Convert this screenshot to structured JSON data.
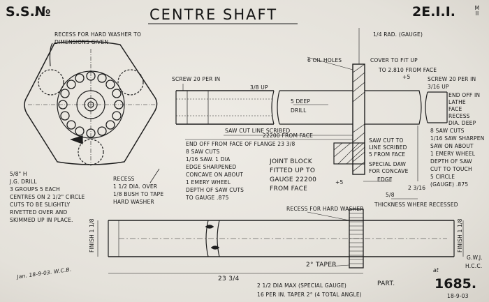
{
  "header": {
    "ss_no": "S.S.№",
    "title": "CENTRE SHAFT",
    "drawing_no": "2E.I.I.",
    "drawing_suffix": "M II"
  },
  "left_view": {
    "recess_washer": "RECESS FOR HARD WASHER TO DIMENSIONS GIVEN",
    "drill_note_1": "5/8\" H",
    "drill_note_2": "J.G. DRILL",
    "drill_note_3": "3 GROUPS 5 EACH",
    "drill_note_4": "CENTRES ON 2 1/2\" CIRCLE",
    "drill_note_5": "CUTS TO BE SLIGHTLY",
    "drill_note_6": "RIVETTED OVER AND",
    "drill_note_7": "SKIMMED UP IN PLACE.",
    "recess_1": "RECESS",
    "recess_2": "1 1/2 DIA. OVER",
    "recess_3": "1/8 BUSH TO TAPE",
    "recess_4": "HARD WASHER"
  },
  "middle_view": {
    "screw": "SCREW 20 PER IN",
    "screw_dim": "3/8 UP",
    "saw_cut_line": "SAW CUT LINE SCRIBED",
    "end_off": "END OFF FROM FACE OF FLANGE 23 3/8",
    "face_dim": "22200 FROM FACE",
    "saw_cuts_1": "8 SAW CUTS",
    "saw_cuts_2": "1/16 SAW. 1 DIA",
    "saw_cuts_3": "EDGE SHARPENED",
    "saw_cuts_4": "CONCAVE ON ABOUT",
    "saw_cuts_5": "1 EMERY WHEEL",
    "saw_cuts_6": "DEPTH OF SAW CUTS",
    "saw_cuts_7": "TO GAUGE .875",
    "joint_1": "JOINT BLOCK",
    "joint_2": "FITTED UP TO",
    "joint_3": "GAUGE 22200",
    "joint_4": "FROM FACE",
    "joint_tol": "+5"
  },
  "right_view": {
    "rad": "1/4 RAD. (GAUGE)",
    "oil_holes": "6 OIL HOLES",
    "cover": "COVER TO FIT UP",
    "cover_dim": "TO 2.810 FROM FACE",
    "cover_tol": "+5",
    "deep_drill_1": "5 DEEP",
    "deep_drill_2": "DRILL",
    "screw_right": "SCREW 20 PER IN",
    "screw_right_dim": "3/16 UP",
    "end_off_1": "END OFF IN",
    "end_off_2": "LATHE",
    "end_off_3": "FACE",
    "end_off_4": "RECESS",
    "end_off_5": "DIA. DEEP",
    "saw_cut_to_1": "SAW CUT TO",
    "saw_cut_to_2": "LINE SCRIBED",
    "saw_cut_to_3": "5 FROM FACE",
    "special_1": "SPECIAL DAW",
    "special_2": "FOR CONCAVE",
    "special_3": "EDGE",
    "right_cuts_1": "8 SAW CUTS",
    "right_cuts_2": "1/16 SAW SHARPEN",
    "right_cuts_3": "SAW ON ABOUT",
    "right_cuts_4": "1 EMERY WHEEL",
    "right_cuts_5": "DEPTH OF SAW",
    "right_cuts_6": "CUT TO TOUCH",
    "right_cuts_7": "5 CIRCLE",
    "right_cuts_8": "(GAUGE) .875",
    "thickness": "THICKNESS WHERE RECESSED",
    "dim_2_3_16": "2 3/16",
    "dim_5_8": "5/8"
  },
  "bottom_view": {
    "finish_left": "FINISH 1 1/8",
    "finish_right": "FINISH 1 1/8",
    "recess_hard": "RECESS FOR HARD WASHER",
    "taper": "2° TAPER",
    "length": "23 3/4",
    "dia_max": "2 1/2 DIA MAX (SPECIAL GAUGE)",
    "teeth": "16 PER IN. TAPER 2° (4 TOTAL ANGLE)"
  },
  "footer": {
    "signature_date": "Jan. 18-9-03. W.C.B.",
    "part_label": "PART.",
    "part_no": "1685.",
    "part_date": "18-9-03",
    "right_initials_1": "G.W.J.",
    "right_initials_2": "H.C.C.",
    "at": "at"
  }
}
